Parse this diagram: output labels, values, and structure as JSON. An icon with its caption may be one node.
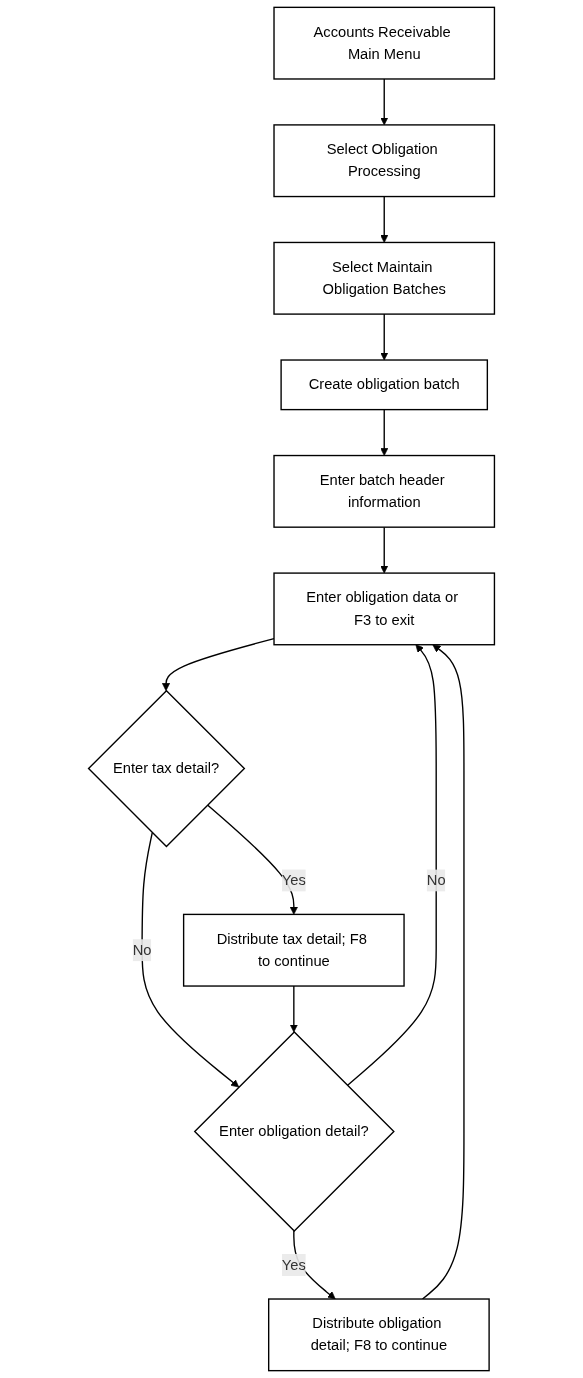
{
  "diagram": {
    "nodes": [
      {
        "text": [
          "Accounts Receivable Main Menu"
        ]
      },
      {
        "text": [
          "Select Obligation Processing"
        ]
      },
      {
        "text": [
          "Select Maintain Obligation Batches"
        ]
      },
      {
        "text": [
          "Create obligation batch"
        ]
      },
      {
        "text": [
          "Enter batch header information"
        ]
      },
      {
        "text": [
          "Enter obligation data or F3 to exit"
        ]
      },
      {
        "text": [
          "Enter tax detail?"
        ]
      },
      {
        "text": [
          "Distribute tax detail; F8 to continue"
        ]
      },
      {
        "text": [
          "Enter obligation detail?"
        ]
      },
      {
        "text": [
          "Distribute obligation detail; F8 to continue"
        ]
      }
    ],
    "edges": [
      {
        "from": 0,
        "to": 1,
        "arrow": "to"
      },
      {
        "from": 1,
        "to": 2,
        "arrow": "to"
      },
      {
        "from": 2,
        "to": 3,
        "arrow": "to"
      },
      {
        "from": 3,
        "to": 4,
        "arrow": "to"
      },
      {
        "from": 4,
        "to": 5,
        "arrow": "to"
      },
      {
        "from": 5,
        "to": 6,
        "arrow": "to"
      },
      {
        "from": 6,
        "to": 7,
        "label": "Yes",
        "arrow": "to"
      },
      {
        "from": 6,
        "to": 8,
        "label": "No",
        "arrow": "to"
      },
      {
        "from": 7,
        "to": 8,
        "arrow": "to"
      },
      {
        "from": 8,
        "to": 9,
        "label": "Yes",
        "arrow": "to"
      },
      {
        "from": 8,
        "to": 5,
        "label": "No",
        "arrow": "to"
      },
      {
        "from": 9,
        "to": 5,
        "arrow": "to"
      }
    ]
  }
}
